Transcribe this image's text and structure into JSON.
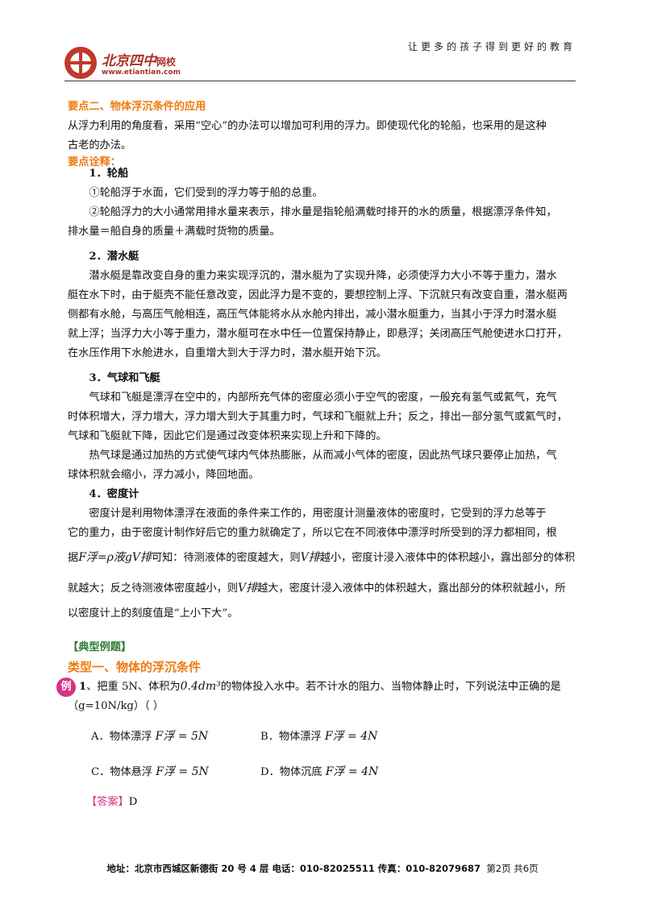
{
  "header": {
    "slogan": "让更多的孩子得到更好的教育",
    "logo_name": "北京四中",
    "logo_suffix": "网校",
    "logo_url": "www.etiantian.com"
  },
  "section": {
    "title": "要点二、物体浮沉条件的应用",
    "intro_line1": "从浮力利用的角度看，采用“空心”的办法可以增加可利用的浮力。即使现代化的轮船，也采用的是这种",
    "intro_line2": "古老的办法。",
    "explain_label": "要点诠释："
  },
  "ship": {
    "heading": "1．轮船",
    "p1": "①轮船浮于水面，它们受到的浮力等于船的总重。",
    "p2_line1": "②轮船浮力的大小通常用排水量来表示，排水量是指轮船满载时排开的水的质量，根据漂浮条件知，",
    "p2_line2": "排水量＝船自身的质量＋满载时货物的质量。"
  },
  "submarine": {
    "heading": "2．潜水艇",
    "l1": "潜水艇是靠改变自身的重力来实现浮沉的，潜水艇为了实现升降，必须使浮力大小不等于重力，潜水",
    "l2": "艇在水下时，由于艇壳不能任意改变，因此浮力是不变的，要想控制上浮、下沉就只有改变自重，潜水艇两",
    "l3": "侧都有水舱，与高压气舱相连，高压气体能将水从水舱内排出，减小潜水艇重力，当其小于浮力时潜水艇",
    "l4": "就上浮；当浮力大小等于重力，潜水艇可在水中任一位置保持静止，即悬浮；关闭高压气舱使进水口打开，",
    "l5": "在水压作用下水舱进水，自重增大到大于浮力时，潜水艇开始下沉。"
  },
  "balloon": {
    "heading": "3．气球和飞艇",
    "l1": "气球和飞艇是漂浮在空中的，内部所充气体的密度必须小于空气的密度，一般充有氢气或氦气，充气",
    "l2": "时体积增大，浮力增大，浮力增大到大于其重力时，气球和飞艇就上升；反之，排出一部分氢气或氦气时，",
    "l3": "气球和飞艇就下降，因此它们是通过改变体积来实现上升和下降的。",
    "l4": "热气球是通过加热的方式使气球内气体热膨胀，从而减小气体的密度，因此热气球只要停止加热，气",
    "l5": "球体积就会缩小，浮力减小，降回地面。"
  },
  "hydrometer": {
    "heading": "4．密度计",
    "l1": "密度计是利用物体漂浮在液面的条件来工作的，用密度计测量液体的密度时，它受到的浮力总等于",
    "l2": "它的重力，由于密度计制作好后它的重力就确定了，所以它在不同液体中漂浮时所受到的浮力都相同，根",
    "l3_pre": "据",
    "formula": "F浮=ρ液gV排",
    "l3_mid": "可知：待测液体的密度越大，则",
    "v_sym": "V排",
    "l3_post": "越小，密度计浸入液体中的体积越小，露出部分的体积",
    "l4_pre": "就越大；反之待测液体密度越小，则",
    "l4_post": "越大，密度计浸入液体中的体积越大，露出部分的体积就越小，所",
    "l5": "以密度计上的刻度值是“上小下大”。"
  },
  "examples": {
    "label": "【典型例题】",
    "type_title": "类型一、物体的浮沉条件",
    "badge": "例",
    "q_num": "1",
    "q_pre": "、把重 5N、体积为",
    "q_vol": "0.4dm³",
    "q_post": "的物体投入水中。若不计水的阻力、当物体静止时，下列说法中正确的是",
    "q_line2": "（g=10N/kg）（      ）",
    "options": [
      {
        "label": "A．物体漂浮",
        "formula": "F浮 = 5N"
      },
      {
        "label": "B．物体漂浮",
        "formula": "F浮 = 4N"
      },
      {
        "label": "C．物体悬浮",
        "formula": "F浮 = 5N"
      },
      {
        "label": "D．物体沉底",
        "formula": "F浮 = 4N"
      }
    ],
    "answer_tag": "【答案】",
    "answer": "D"
  },
  "footer": {
    "address": "地址：北京市西城区新德街 20 号 4 层  电话：010-82025511  传真：010-82079687",
    "page": "第2页  共6页"
  }
}
